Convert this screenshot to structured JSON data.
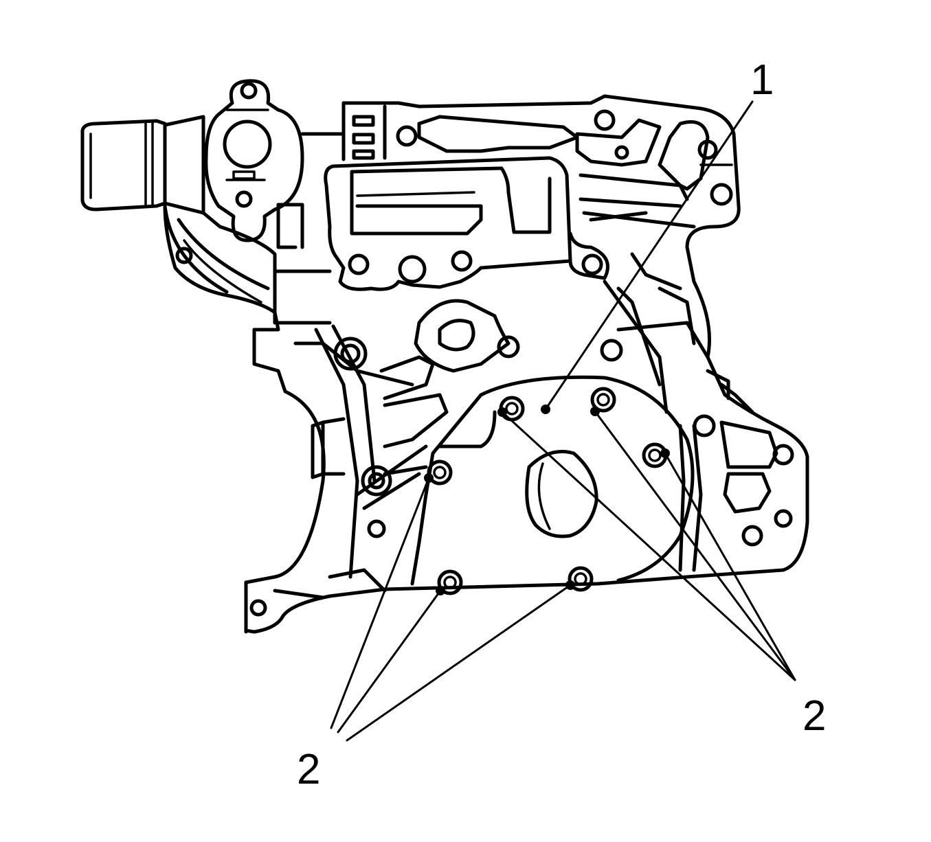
{
  "diagram": {
    "callouts": [
      {
        "id": "c1",
        "label": "1"
      },
      {
        "id": "c2a",
        "label": "2"
      },
      {
        "id": "c2b",
        "label": "2"
      }
    ]
  }
}
